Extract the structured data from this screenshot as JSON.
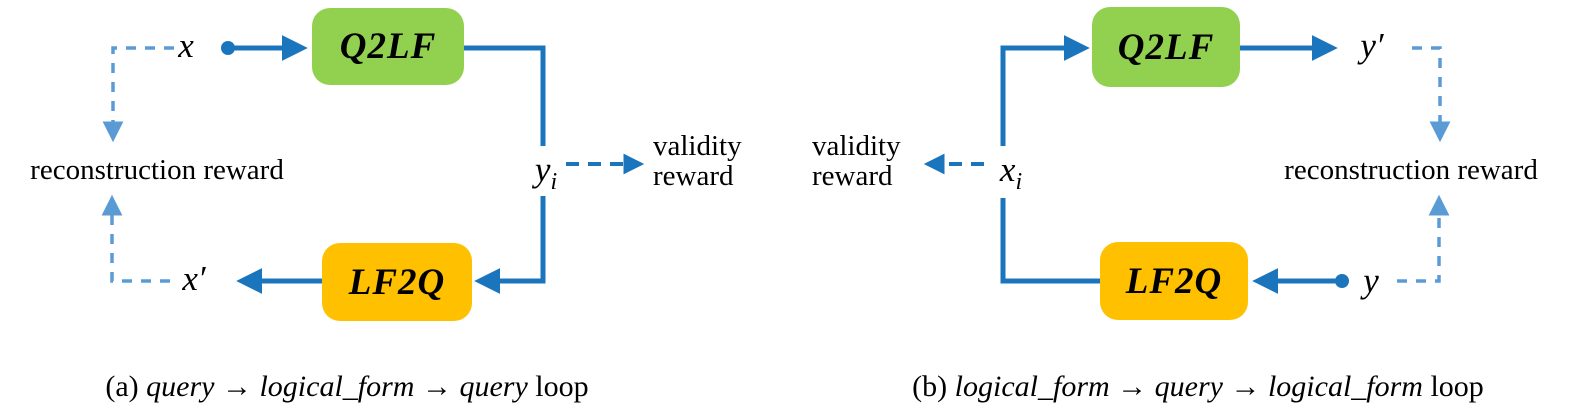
{
  "colors": {
    "solid_blue": "#1b75bc",
    "light_blue": "#5b9bd5",
    "box_green": "#92d050",
    "box_amber": "#ffc000",
    "ink": "#000000",
    "bg": "#ffffff"
  },
  "diagram_a": {
    "top_box": "Q2LF",
    "bottom_box": "LF2Q",
    "input_label": "x",
    "intermediate": {
      "base": "y",
      "sub": "i"
    },
    "output_label": "x′",
    "validity": {
      "line1": "validity",
      "line2": "reward"
    },
    "reconstruction": "reconstruction reward",
    "caption": {
      "index": "(a)",
      "seg1": "query",
      "arrow1": "→",
      "seg2": "logical_form",
      "arrow2": "→",
      "seg3": "query",
      "suffix": "loop"
    }
  },
  "diagram_b": {
    "top_box": "Q2LF",
    "bottom_box": "LF2Q",
    "input_label": "y",
    "intermediate": {
      "base": "x",
      "sub": "i"
    },
    "output_label": "y′",
    "validity": {
      "line1": "validity",
      "line2": "reward"
    },
    "reconstruction": "reconstruction reward",
    "caption": {
      "index": "(b)",
      "seg1": "logical_form",
      "arrow1": "→",
      "seg2": "query",
      "arrow2": "→",
      "seg3": "logical_form",
      "suffix": "loop"
    }
  }
}
